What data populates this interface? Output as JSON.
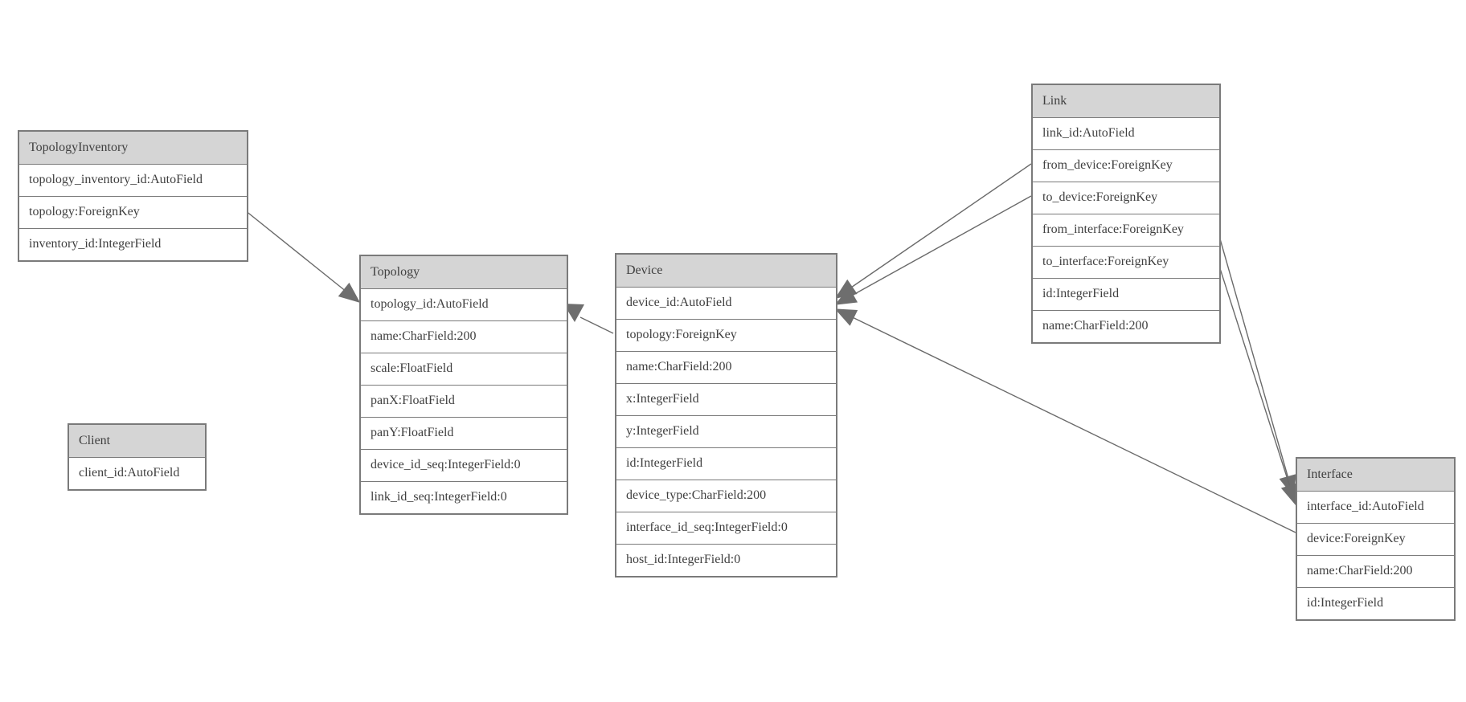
{
  "diagram": {
    "entities": [
      {
        "name": "TopologyInventory",
        "fields": [
          "topology_inventory_id:AutoField",
          "topology:ForeignKey",
          "inventory_id:IntegerField"
        ]
      },
      {
        "name": "Topology",
        "fields": [
          "topology_id:AutoField",
          "name:CharField:200",
          "scale:FloatField",
          "panX:FloatField",
          "panY:FloatField",
          "device_id_seq:IntegerField:0",
          "link_id_seq:IntegerField:0"
        ]
      },
      {
        "name": "Client",
        "fields": [
          "client_id:AutoField"
        ]
      },
      {
        "name": "Device",
        "fields": [
          "device_id:AutoField",
          "topology:ForeignKey",
          "name:CharField:200",
          "x:IntegerField",
          "y:IntegerField",
          "id:IntegerField",
          "device_type:CharField:200",
          "interface_id_seq:IntegerField:0",
          "host_id:IntegerField:0"
        ]
      },
      {
        "name": "Link",
        "fields": [
          "link_id:AutoField",
          "from_device:ForeignKey",
          "to_device:ForeignKey",
          "from_interface:ForeignKey",
          "to_interface:ForeignKey",
          "id:IntegerField",
          "name:CharField:200"
        ]
      },
      {
        "name": "Interface",
        "fields": [
          "interface_id:AutoField",
          "device:ForeignKey",
          "name:CharField:200",
          "id:IntegerField"
        ]
      }
    ],
    "relations": [
      {
        "from_entity": "TopologyInventory",
        "from_field": "topology",
        "to_entity": "Topology"
      },
      {
        "from_entity": "Device",
        "from_field": "topology",
        "to_entity": "Topology"
      },
      {
        "from_entity": "Link",
        "from_field": "from_device",
        "to_entity": "Device"
      },
      {
        "from_entity": "Link",
        "from_field": "to_device",
        "to_entity": "Device"
      },
      {
        "from_entity": "Link",
        "from_field": "from_interface",
        "to_entity": "Interface"
      },
      {
        "from_entity": "Link",
        "from_field": "to_interface",
        "to_entity": "Interface"
      },
      {
        "from_entity": "Interface",
        "from_field": "device",
        "to_entity": "Device"
      }
    ],
    "colors": {
      "header_bg": "#d5d5d5",
      "border": "#7a7a7a",
      "text": "#3f3f3f",
      "line": "#6a6a6a",
      "arrow": "#6e6e6e",
      "canvas_bg": "#ffffff"
    }
  }
}
